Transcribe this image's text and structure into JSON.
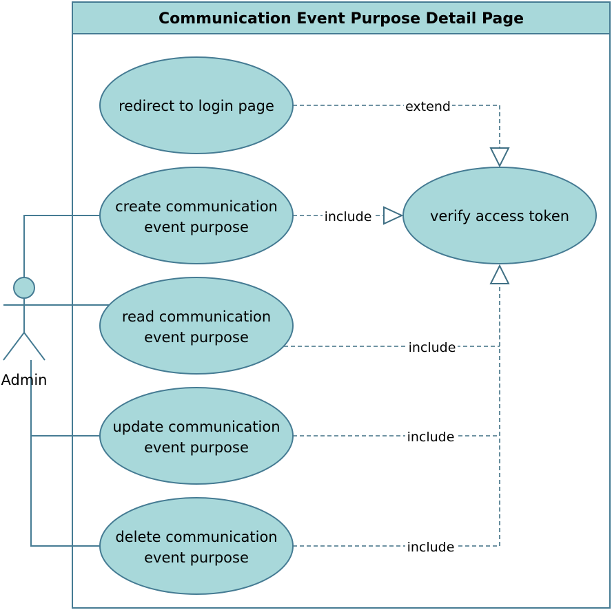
{
  "diagram": {
    "title": "Communication Event Purpose Detail Page",
    "actor": {
      "name": "Admin"
    },
    "use_cases": {
      "redirect": [
        "redirect  to login page"
      ],
      "create": [
        "create communication",
        "event purpose"
      ],
      "read": [
        "read communication",
        "event purpose"
      ],
      "update": [
        "update communication",
        "event purpose"
      ],
      "delete": [
        "delete communication",
        "event purpose"
      ],
      "verify": [
        "verify access token"
      ]
    },
    "relations": {
      "redirect_extend": "extend",
      "create_include": "include",
      "read_include": "include",
      "update_include": "include",
      "delete_include": "include"
    },
    "colors": {
      "fill": "#a8d8da",
      "stroke": "#457b93",
      "edge": "#3f6f84"
    }
  }
}
